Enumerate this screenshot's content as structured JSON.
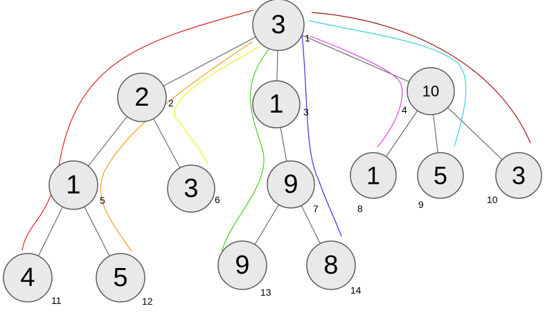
{
  "tree": {
    "nodes": [
      {
        "id": "n1",
        "value": "3",
        "index": "1"
      },
      {
        "id": "n2",
        "value": "2",
        "index": "2"
      },
      {
        "id": "n3",
        "value": "1",
        "index": "3"
      },
      {
        "id": "n4",
        "value": "10",
        "index": "4"
      },
      {
        "id": "n5",
        "value": "1",
        "index": "5"
      },
      {
        "id": "n6",
        "value": "3",
        "index": "6"
      },
      {
        "id": "n7",
        "value": "9",
        "index": "7"
      },
      {
        "id": "n8",
        "value": "1",
        "index": "8"
      },
      {
        "id": "n9",
        "value": "5",
        "index": "9"
      },
      {
        "id": "n10",
        "value": "3",
        "index": "10"
      },
      {
        "id": "n11",
        "value": "4",
        "index": "11"
      },
      {
        "id": "n12",
        "value": "5",
        "index": "12"
      },
      {
        "id": "n13",
        "value": "9",
        "index": "13"
      },
      {
        "id": "n14",
        "value": "8",
        "index": "14"
      }
    ],
    "edges": [
      [
        "n1",
        "n2"
      ],
      [
        "n1",
        "n3"
      ],
      [
        "n1",
        "n4"
      ],
      [
        "n2",
        "n5"
      ],
      [
        "n2",
        "n6"
      ],
      [
        "n3",
        "n7"
      ],
      [
        "n4",
        "n8"
      ],
      [
        "n4",
        "n9"
      ],
      [
        "n4",
        "n10"
      ],
      [
        "n5",
        "n11"
      ],
      [
        "n5",
        "n12"
      ],
      [
        "n7",
        "n13"
      ],
      [
        "n7",
        "n14"
      ]
    ],
    "paths": [
      {
        "to": "n11",
        "color": "#e02020"
      },
      {
        "to": "n12",
        "color": "#f0a020"
      },
      {
        "to": "n6",
        "color": "#f0f020"
      },
      {
        "to": "n13",
        "color": "#40d020"
      },
      {
        "to": "n14",
        "color": "#5020e0"
      },
      {
        "to": "n8",
        "color": "#e040e0"
      },
      {
        "to": "n9",
        "color": "#30d0e0"
      },
      {
        "to": "n10",
        "color": "#a01010"
      }
    ]
  }
}
